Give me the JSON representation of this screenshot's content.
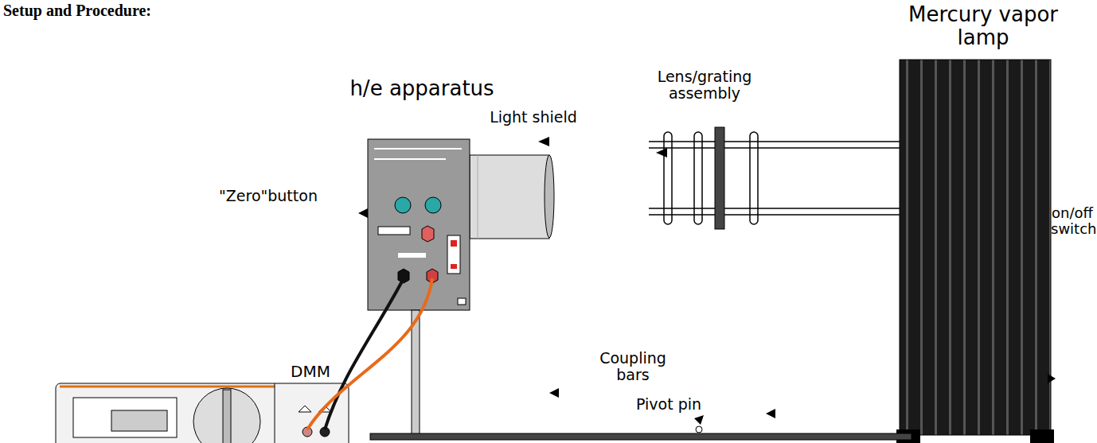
{
  "diagram": {
    "title": "Setup and Procedure:",
    "labels": [
      "Mercury vapor lamp",
      "h/e apparatus",
      "Light shield",
      "Lens/grating assembly",
      "on/off switch",
      "\"Zero\"button",
      "DMM",
      "Coupling bars",
      "Pivot pin"
    ]
  }
}
